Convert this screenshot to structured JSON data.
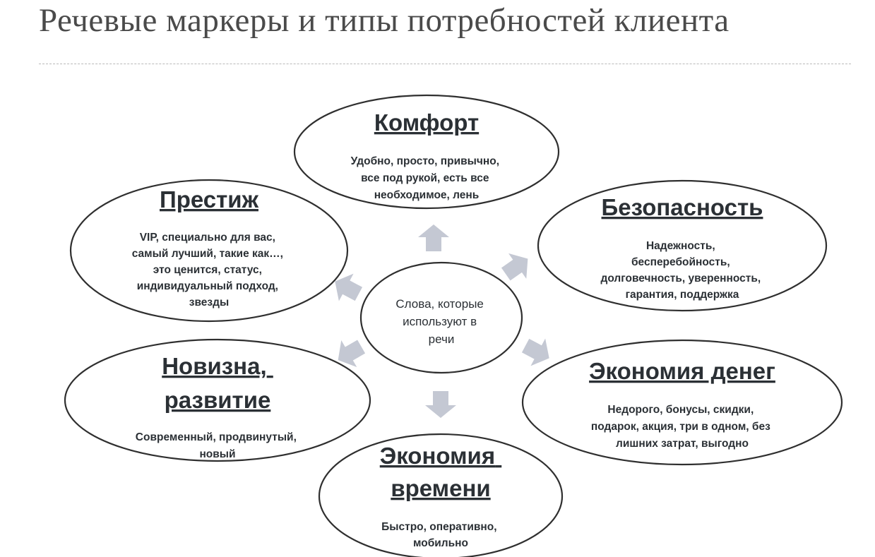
{
  "title": "Речевые маркеры и типы потребностей клиента",
  "center": {
    "lines": [
      "Слова, которые",
      "используют в",
      "речи"
    ]
  },
  "nodes": [
    {
      "id": "comfort",
      "title_lines": [
        "Комфорт"
      ],
      "text_lines": [
        "Удобно, просто, привычно,",
        "все под рукой, есть все",
        "необходимое, лень"
      ]
    },
    {
      "id": "safety",
      "title_lines": [
        "Безопасность"
      ],
      "text_lines": [
        "Надежность,",
        "бесперебойность,",
        "долговечность, уверенность,",
        "гарантия, поддержка"
      ]
    },
    {
      "id": "money",
      "title_lines": [
        "Экономия денег"
      ],
      "text_lines": [
        "Недорого, бонусы, скидки,",
        "подарок, акция, три в одном, без",
        "лишних затрат, выгодно"
      ]
    },
    {
      "id": "time",
      "title_lines": [
        "Экономия",
        "времени"
      ],
      "text_lines": [
        "Быстро, оперативно,",
        "мобильно"
      ]
    },
    {
      "id": "novelty",
      "title_lines": [
        "Новизна,",
        "развитие"
      ],
      "text_lines": [
        "Современный, продвинутый,",
        "новый"
      ]
    },
    {
      "id": "prestige",
      "title_lines": [
        "Престиж"
      ],
      "text_lines": [
        "VIP, специально для вас,",
        "самый лучший, такие как…,",
        "это ценится, статус,",
        "индивидуальный подход,",
        "звезды"
      ]
    }
  ]
}
